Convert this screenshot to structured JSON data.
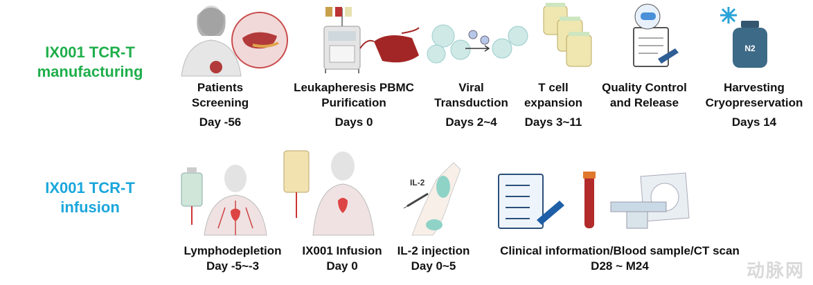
{
  "phases": {
    "manufacturing": {
      "label": "IX001 TCR-T manufacturing",
      "color": "#1fae4b"
    },
    "infusion": {
      "label": "IX001 TCR-T infusion",
      "color": "#1aa6dc"
    }
  },
  "manufacturing_steps": [
    {
      "name": "Patients Screening",
      "day": "Day -56"
    },
    {
      "name": "Leukapheresis PBMC Purification",
      "day": "Days 0"
    },
    {
      "name": "Viral Transduction",
      "day": "Days 2~4"
    },
    {
      "name": "T cell expansion",
      "day": "Days 3~11"
    },
    {
      "name": "Quality Control and Release",
      "day": ""
    },
    {
      "name": "Harvesting Cryopreservation",
      "day": "Days 14"
    }
  ],
  "infusion_steps": [
    {
      "name": "Lymphodepletion",
      "day": "Day -5~-3"
    },
    {
      "name": "IX001 Infusion",
      "day": "Day 0"
    },
    {
      "name": "IL-2 injection",
      "day": "Day 0~5"
    },
    {
      "name": "Clinical information/Blood sample/CT scan",
      "day": "D28 ~ M24"
    }
  ],
  "illustration_labels": {
    "il2": "IL-2",
    "n2": "N2"
  },
  "watermark": "动脉网",
  "icons": [
    "patient-with-liver-icon",
    "apheresis-machine-icon",
    "blood-bag-icon",
    "cells-virus-icon",
    "bioreactor-flasks-icon",
    "clipboard-pill-icon",
    "snowflake-icon",
    "nitrogen-tank-icon",
    "iv-bag-icon",
    "patient-vascular-icon",
    "infusion-bag-icon",
    "patient-infusion-icon",
    "arm-injection-icon",
    "syringe-icon",
    "clinical-checklist-icon",
    "blood-tube-icon",
    "ct-scanner-icon"
  ]
}
